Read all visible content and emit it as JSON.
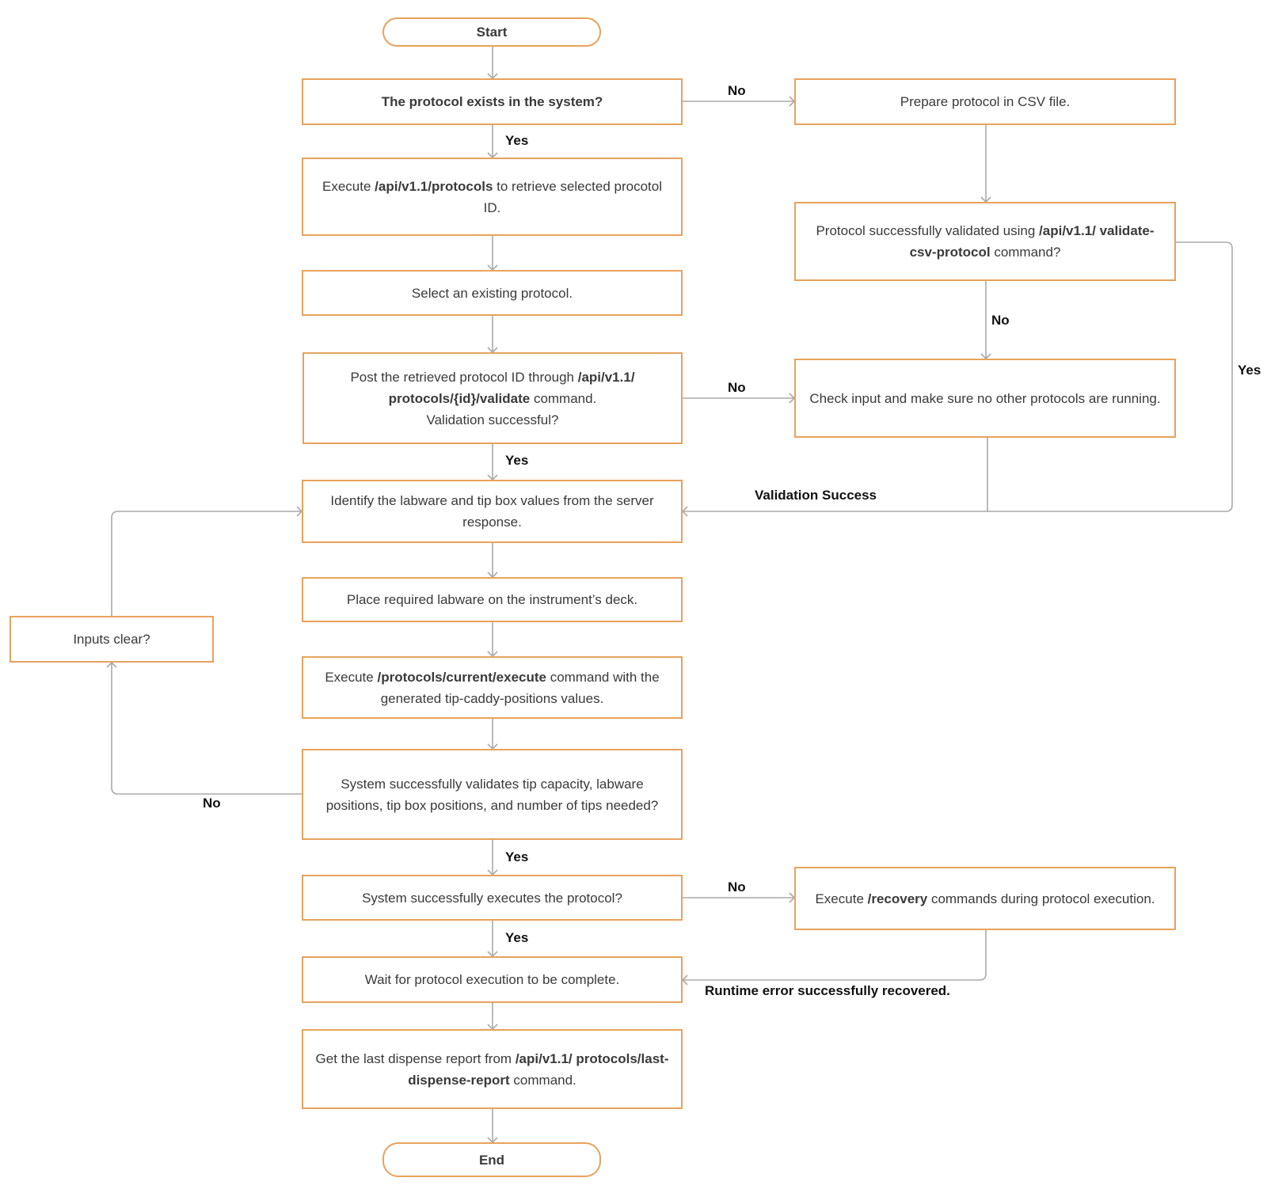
{
  "colors": {
    "node_border": "#E8A25C",
    "edge": "#AAAAAA",
    "text": "#3a3a3a",
    "label": "#111111"
  },
  "nodes": {
    "start": {
      "parts": [
        {
          "t": "Start"
        }
      ]
    },
    "exists": {
      "parts": [
        {
          "t": "The protocol exists in the system?"
        }
      ]
    },
    "execute_protocols": {
      "parts": [
        {
          "t": "Execute "
        },
        {
          "t": "/api/v1.1/protocols",
          "b": true
        },
        {
          "t": " to retrieve selected procotol ID."
        }
      ]
    },
    "select_existing": {
      "parts": [
        {
          "t": "Select an existing protocol."
        }
      ]
    },
    "post_validate": {
      "parts": [
        {
          "t": "Post the retrieved protocol ID through "
        },
        {
          "t": "/api/v1.1/ protocols/{id}/validate",
          "b": true
        },
        {
          "t": " command."
        },
        {
          "br": true
        },
        {
          "t": "Validation successful?"
        }
      ]
    },
    "identify_labware": {
      "parts": [
        {
          "t": "Identify the labware and tip box values from the server response."
        }
      ]
    },
    "place_labware": {
      "parts": [
        {
          "t": "Place required labware on the instrument’s deck."
        }
      ]
    },
    "execute_current": {
      "parts": [
        {
          "t": "Execute "
        },
        {
          "t": "/protocols/current/execute",
          "b": true
        },
        {
          "t": " command with the generated tip-caddy-positions values."
        }
      ]
    },
    "validate_tips": {
      "parts": [
        {
          "t": "System successfully validates tip capacity, labware positions, tip box positions, and number of tips needed?"
        }
      ]
    },
    "executes_protocol": {
      "parts": [
        {
          "t": "System successfully executes the protocol?"
        }
      ]
    },
    "wait_complete": {
      "parts": [
        {
          "t": "Wait for protocol execution to be complete."
        }
      ]
    },
    "last_report": {
      "parts": [
        {
          "t": "Get the last dispense report from "
        },
        {
          "t": "/api/v1.1/ protocols/last-dispense-report",
          "b": true
        },
        {
          "t": " command."
        }
      ]
    },
    "end": {
      "parts": [
        {
          "t": "End"
        }
      ]
    },
    "prepare_csv": {
      "parts": [
        {
          "t": "Prepare protocol in CSV file."
        }
      ]
    },
    "csv_validated": {
      "parts": [
        {
          "t": "Protocol successfully validated using "
        },
        {
          "t": "/api/v1.1/ validate-csv-protocol",
          "b": true
        },
        {
          "t": " command?"
        }
      ]
    },
    "check_input": {
      "parts": [
        {
          "t": "Check input and make sure no other protocols are running."
        }
      ]
    },
    "inputs_clear": {
      "parts": [
        {
          "t": "Inputs clear?"
        }
      ]
    },
    "recovery": {
      "parts": [
        {
          "t": "Execute "
        },
        {
          "t": "/recovery",
          "b": true
        },
        {
          "t": " commands during protocol execution."
        }
      ]
    }
  },
  "labels": {
    "no_exists": "No",
    "yes_exists": "Yes",
    "no_post": "No",
    "yes_post": "Yes",
    "no_csv": "No",
    "yes_csv": "Yes",
    "validation_success": "Validation Success",
    "no_validate_tips": "No",
    "yes_validate_tips": "Yes",
    "no_executes": "No",
    "yes_executes": "Yes",
    "runtime_recovered": "Runtime error successfully recovered."
  }
}
